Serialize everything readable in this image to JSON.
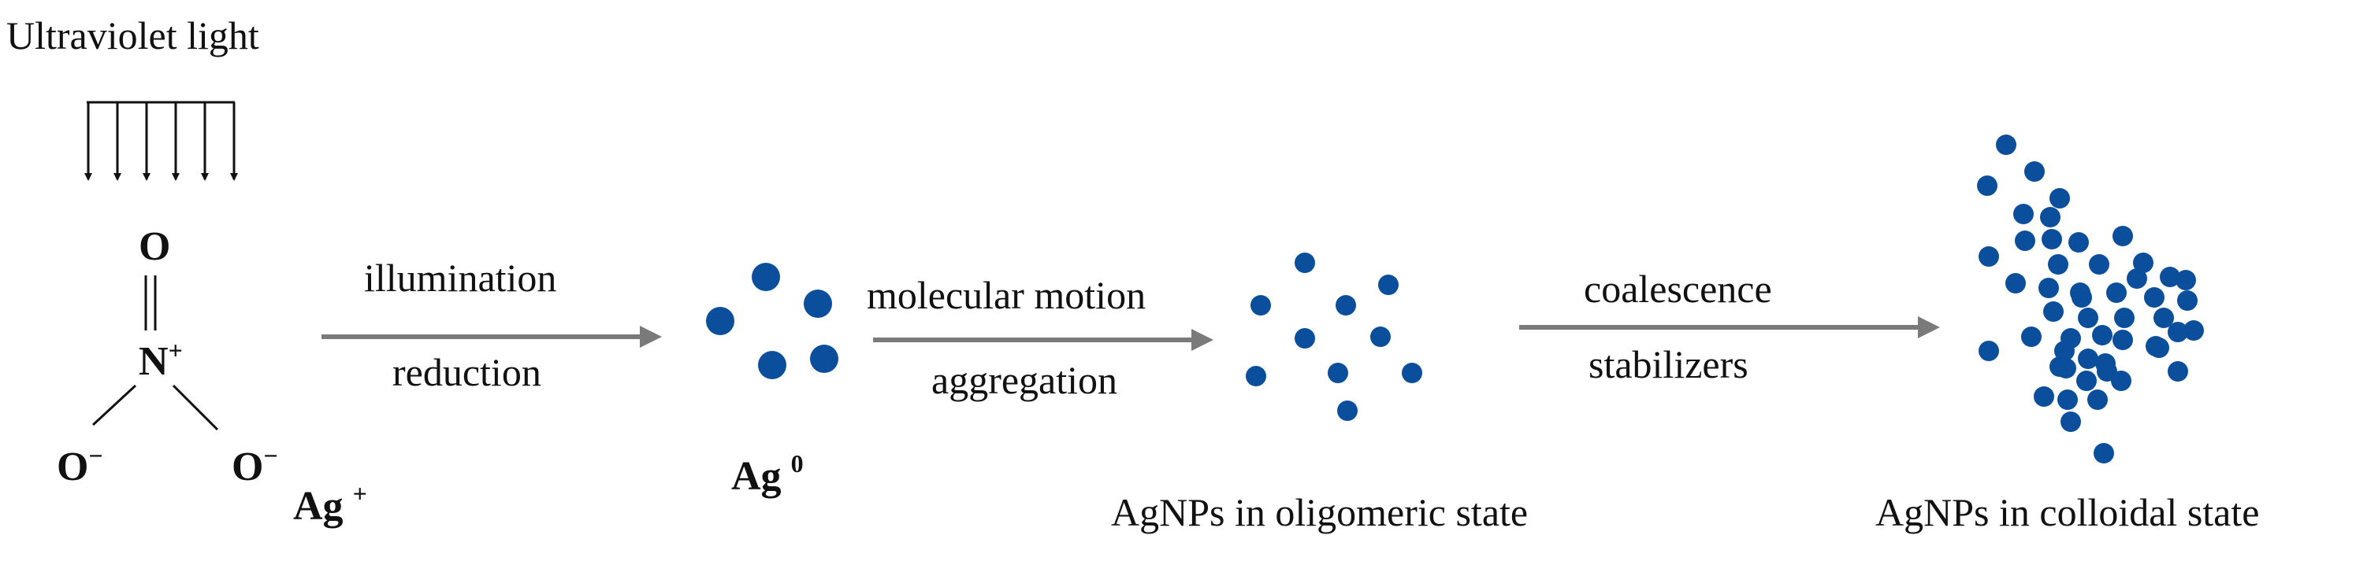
{
  "uv": {
    "label": "Ultraviolet light"
  },
  "nitrate": {
    "o_top": "O",
    "n": "N",
    "n_charge": "+",
    "o_left": "O",
    "o_right": "O",
    "o_charge": "−"
  },
  "ag_ion": {
    "text": "Ag",
    "charge": "+"
  },
  "ag_zero": {
    "text": "Ag",
    "charge": "0"
  },
  "steps": [
    {
      "top": "illumination",
      "bottom": "reduction"
    },
    {
      "top": "molecular motion",
      "bottom": "aggregation"
    },
    {
      "top": "coalescence",
      "bottom": "stabilizers"
    }
  ],
  "states": {
    "oligomeric": "AgNPs in oligomeric state",
    "colloidal": "AgNPs in colloidal state"
  },
  "colors": {
    "particle": "#0b4f9c",
    "arrow": "#7a7a7a",
    "ink": "#111111"
  }
}
